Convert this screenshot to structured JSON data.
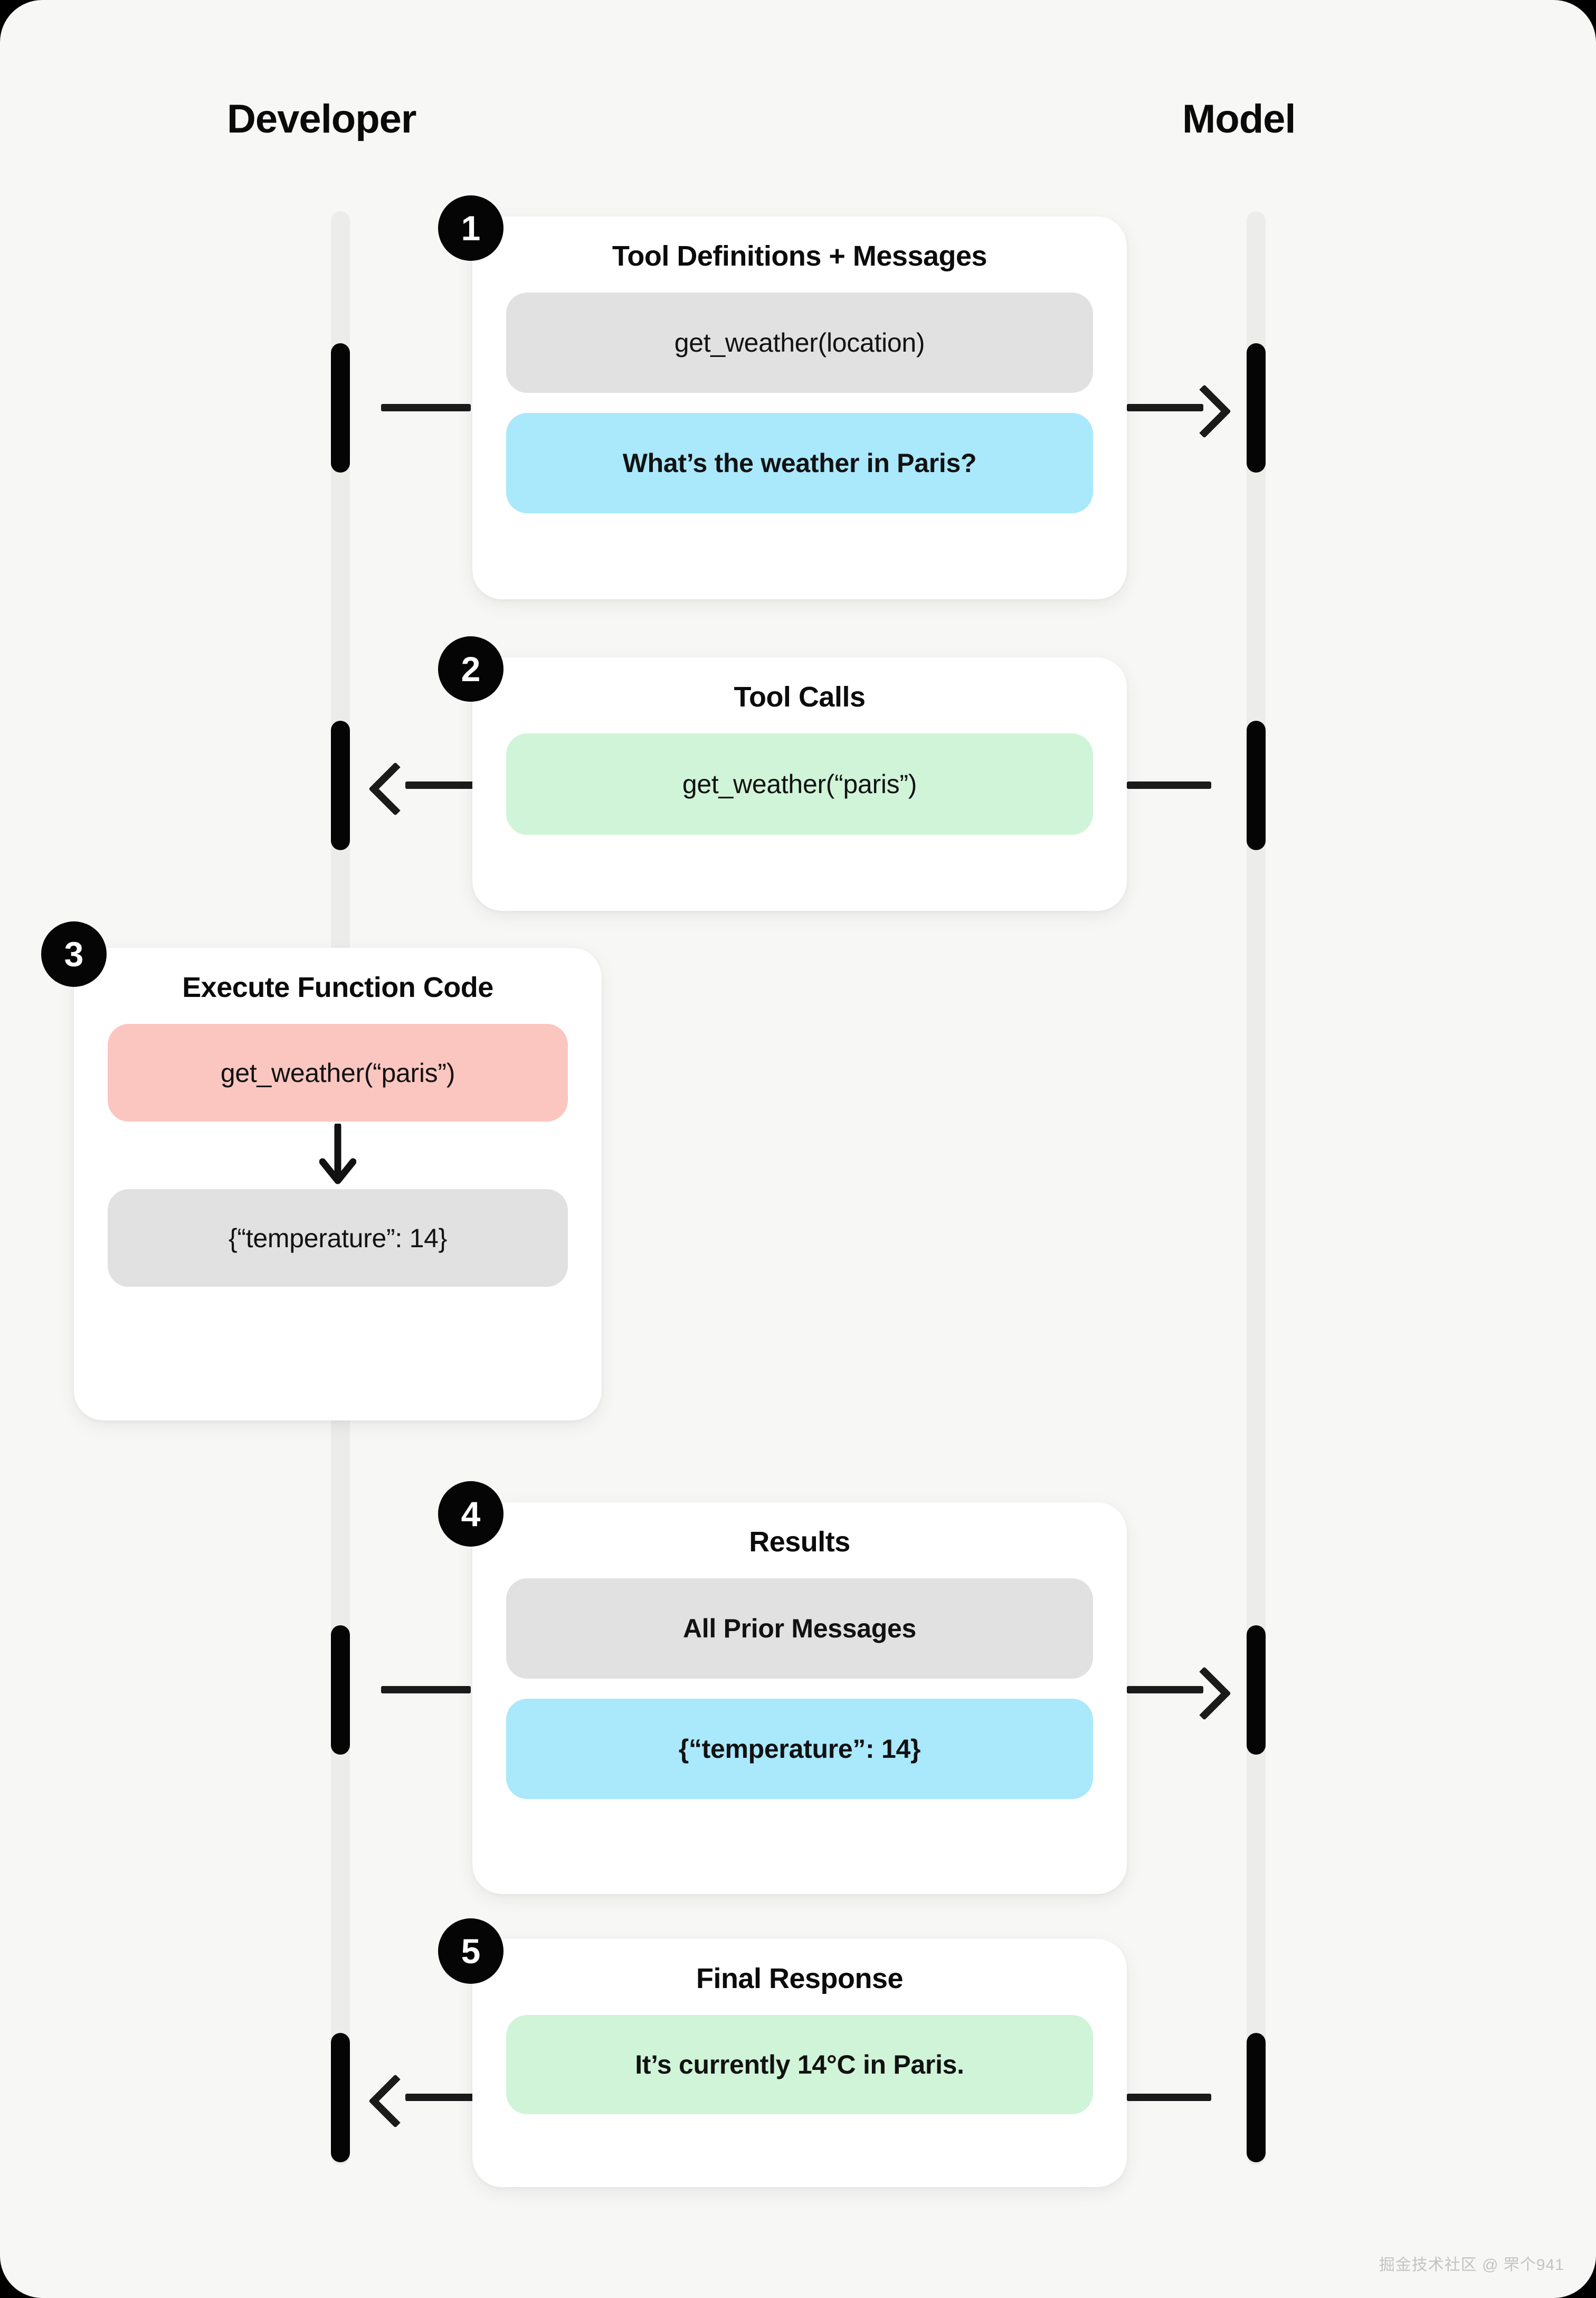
{
  "columns": {
    "developer": "Developer",
    "model": "Model"
  },
  "steps": [
    {
      "number": "1",
      "title": "Tool Definitions + Messages",
      "pills": [
        {
          "text": "get_weather(location)",
          "color": "gray"
        },
        {
          "text": "What’s the weather in Paris?",
          "color": "blue"
        }
      ],
      "direction": "developer-to-model"
    },
    {
      "number": "2",
      "title": "Tool Calls",
      "pills": [
        {
          "text": "get_weather(“paris”)",
          "color": "green"
        }
      ],
      "direction": "model-to-developer"
    },
    {
      "number": "3",
      "title": "Execute Function Code",
      "pills": [
        {
          "text": "get_weather(“paris”)",
          "color": "pink"
        },
        {
          "text": "{“temperature”: 14}",
          "color": "gray"
        }
      ],
      "direction": "local",
      "connector_icon": "arrow-down-icon"
    },
    {
      "number": "4",
      "title": "Results",
      "pills": [
        {
          "text": "All Prior Messages",
          "color": "gray"
        },
        {
          "text": "{“temperature”: 14}",
          "color": "blue"
        }
      ],
      "direction": "developer-to-model"
    },
    {
      "number": "5",
      "title": "Final Response",
      "pills": [
        {
          "text": "It’s currently 14°C in Paris.",
          "color": "green"
        }
      ],
      "direction": "model-to-developer"
    }
  ],
  "colors": {
    "background": "#F7F7F6",
    "card": "#FFFFFF",
    "lifeline": "#ECECEA",
    "activation": "#050505",
    "arrow": "#1B1B1B",
    "pill_gray": "#E1E1E1",
    "pill_blue": "#AAE8FC",
    "pill_green": "#D0F4D8",
    "pill_pink": "#FCC6C0",
    "text": "#0B0B0B"
  },
  "watermark": "掘金技术社区 @ 罘个941"
}
